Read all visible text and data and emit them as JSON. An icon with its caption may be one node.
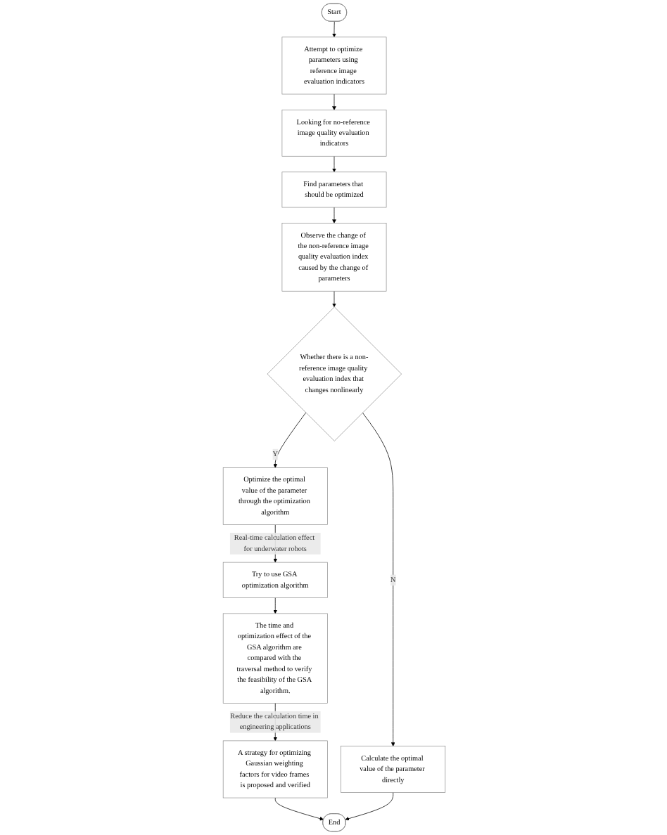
{
  "diagram": {
    "nodes": [
      {
        "text": [
          "Start"
        ]
      },
      {
        "text": [
          "Attempt to optimize parameters using reference image evaluation indicators"
        ]
      },
      {
        "text": [
          "Looking for no-reference image quality evaluation indicators"
        ]
      },
      {
        "text": [
          "Find parameters that should be optimized"
        ]
      },
      {
        "text": [
          "Observe the change of the non-reference image quality evaluation index caused by the change of parameters"
        ]
      },
      {
        "text": [
          "Whether there is a non-reference image quality evaluation index that changes nonlinearly"
        ]
      },
      {
        "text": [
          "Calculate the optimal value of the parameter directly"
        ]
      },
      {
        "text": [
          "Optimize the optimal value of the parameter through the optimization algorithm"
        ]
      },
      {
        "text": [
          "Try to use GSA optimization algorithm"
        ]
      },
      {
        "text": [
          "The time and optimization effect of the GSA algorithm are compared with the traversal method to verify the feasibility of the GSA algorithm."
        ]
      },
      {
        "text": [
          "A strategy for optimizing Gaussian weighting factors for video frames is proposed and verified"
        ]
      },
      {
        "text": [
          "End"
        ]
      }
    ],
    "edges": [
      {
        "from": 0,
        "to": 1,
        "arrow": "to"
      },
      {
        "from": 1,
        "to": 2,
        "arrow": "to"
      },
      {
        "from": 2,
        "to": 3,
        "arrow": "to"
      },
      {
        "from": 3,
        "to": 4,
        "arrow": "to"
      },
      {
        "from": 4,
        "to": 5,
        "arrow": "to"
      },
      {
        "from": 5,
        "to": 6,
        "label": "N",
        "arrow": "to"
      },
      {
        "from": 5,
        "to": 7,
        "label": "Y",
        "arrow": "to"
      },
      {
        "from": 7,
        "to": 8,
        "label": "Real-time calculation effect for underwater robots",
        "arrow": "to"
      },
      {
        "from": 8,
        "to": 9,
        "arrow": "to"
      },
      {
        "from": 9,
        "to": 10,
        "label": "Reduce the calculation time in engineering applications",
        "arrow": "to"
      },
      {
        "from": 10,
        "to": 11,
        "arrow": "to"
      },
      {
        "from": 6,
        "to": 11,
        "arrow": "to"
      }
    ]
  }
}
